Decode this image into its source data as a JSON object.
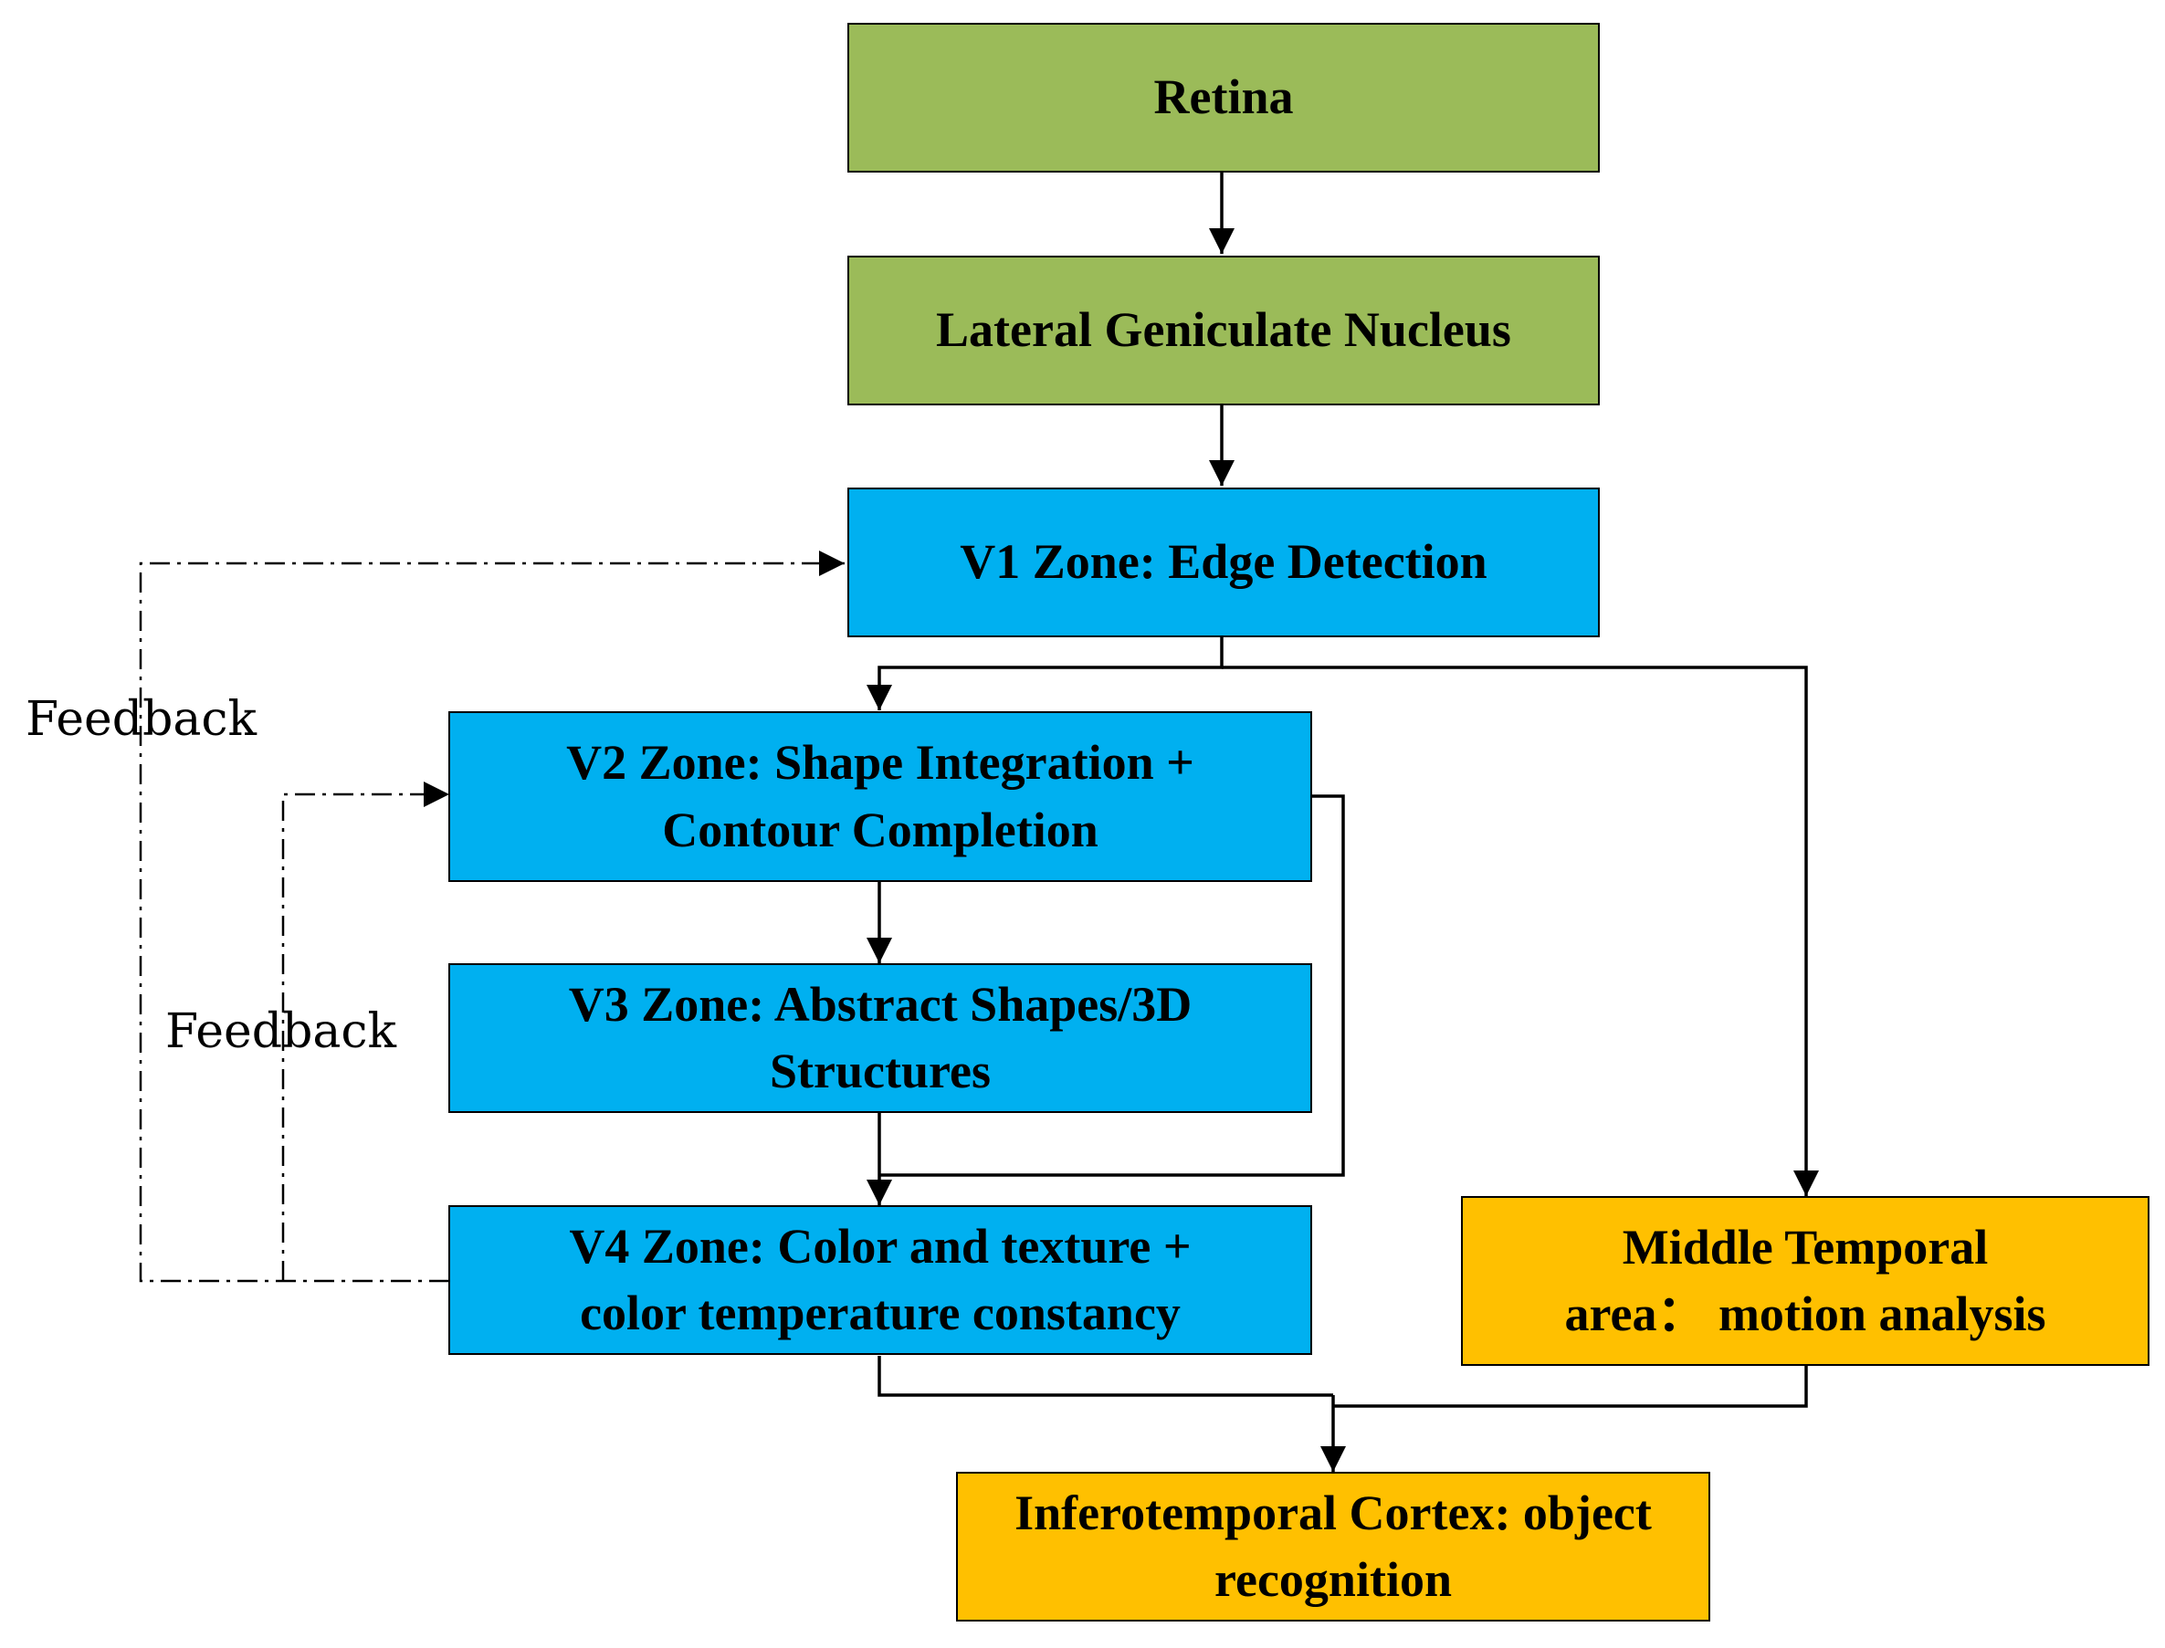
{
  "colors": {
    "retina_box": "#9BBB59",
    "cortex_box": "#00B0F0",
    "output_box": "#FFC000",
    "line": "#000000"
  },
  "boxes": {
    "retina": "Retina",
    "lgn": "Lateral Geniculate Nucleus",
    "v1": "V1 Zone: Edge Detection",
    "v2": "V2 Zone: Shape Integration +\nContour Completion",
    "v3": "V3 Zone: Abstract Shapes/3D\nStructures",
    "v4": "V4 Zone: Color and texture +\ncolor temperature constancy",
    "mt": "Middle Temporal\narea： motion analysis",
    "it": "Inferotemporal Cortex: object\nrecognition"
  },
  "feedback_labels": {
    "outer": "Feedback",
    "inner": "Feedback"
  }
}
